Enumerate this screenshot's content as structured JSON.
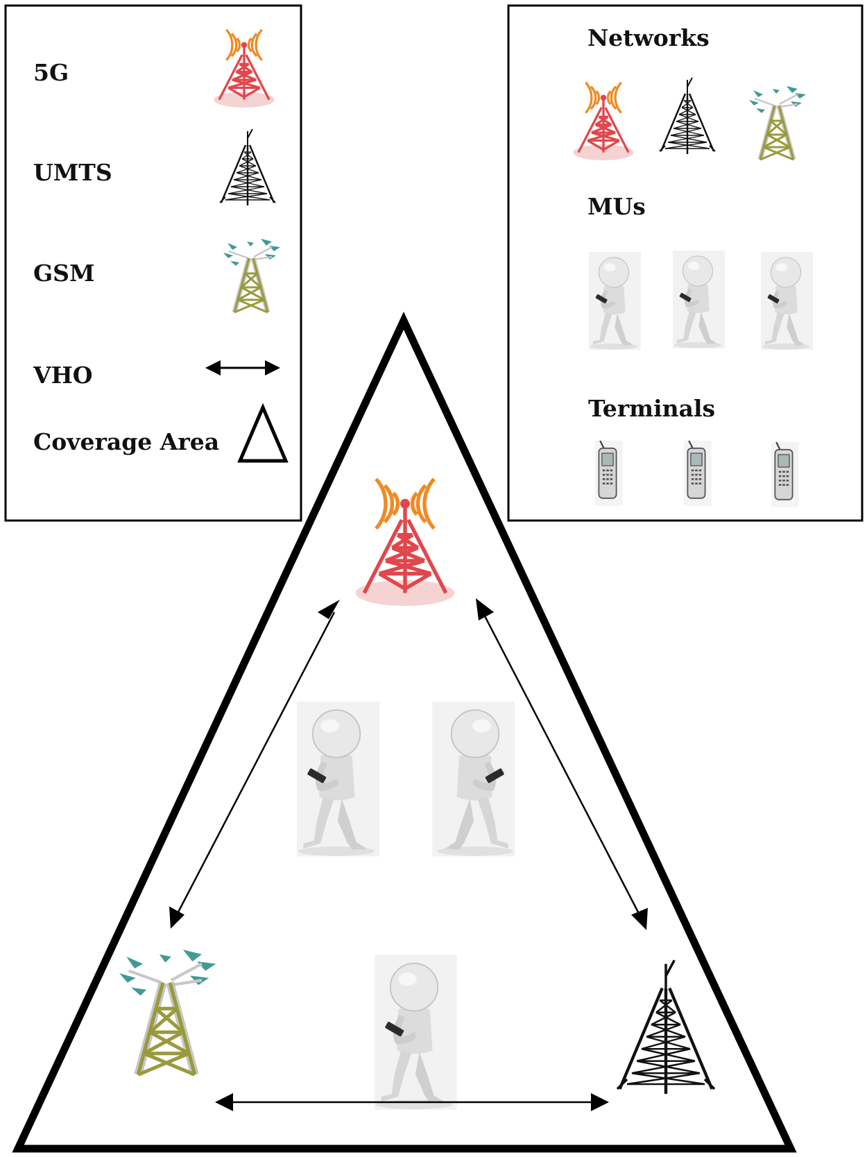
{
  "legend_left": {
    "items": [
      {
        "label": "5G",
        "icon": "tower-5g-icon"
      },
      {
        "label": "UMTS",
        "icon": "tower-umts-icon"
      },
      {
        "label": "GSM",
        "icon": "tower-gsm-icon"
      },
      {
        "label": "VHO",
        "icon": "double-arrow-icon"
      },
      {
        "label": "Coverage Area",
        "icon": "triangle-icon"
      }
    ]
  },
  "legend_right": {
    "networks_title": "Networks",
    "mus_title": "MUs",
    "terminals_title": "Terminals"
  },
  "colors": {
    "tower_5g": "#e0474c",
    "signal_5g": "#f08a24",
    "tower_gsm": "#9a9a3c",
    "signal_gsm": "#2e8f8a",
    "tower_umts": "#111111",
    "person": "#d9d9d9",
    "line": "#000000"
  }
}
